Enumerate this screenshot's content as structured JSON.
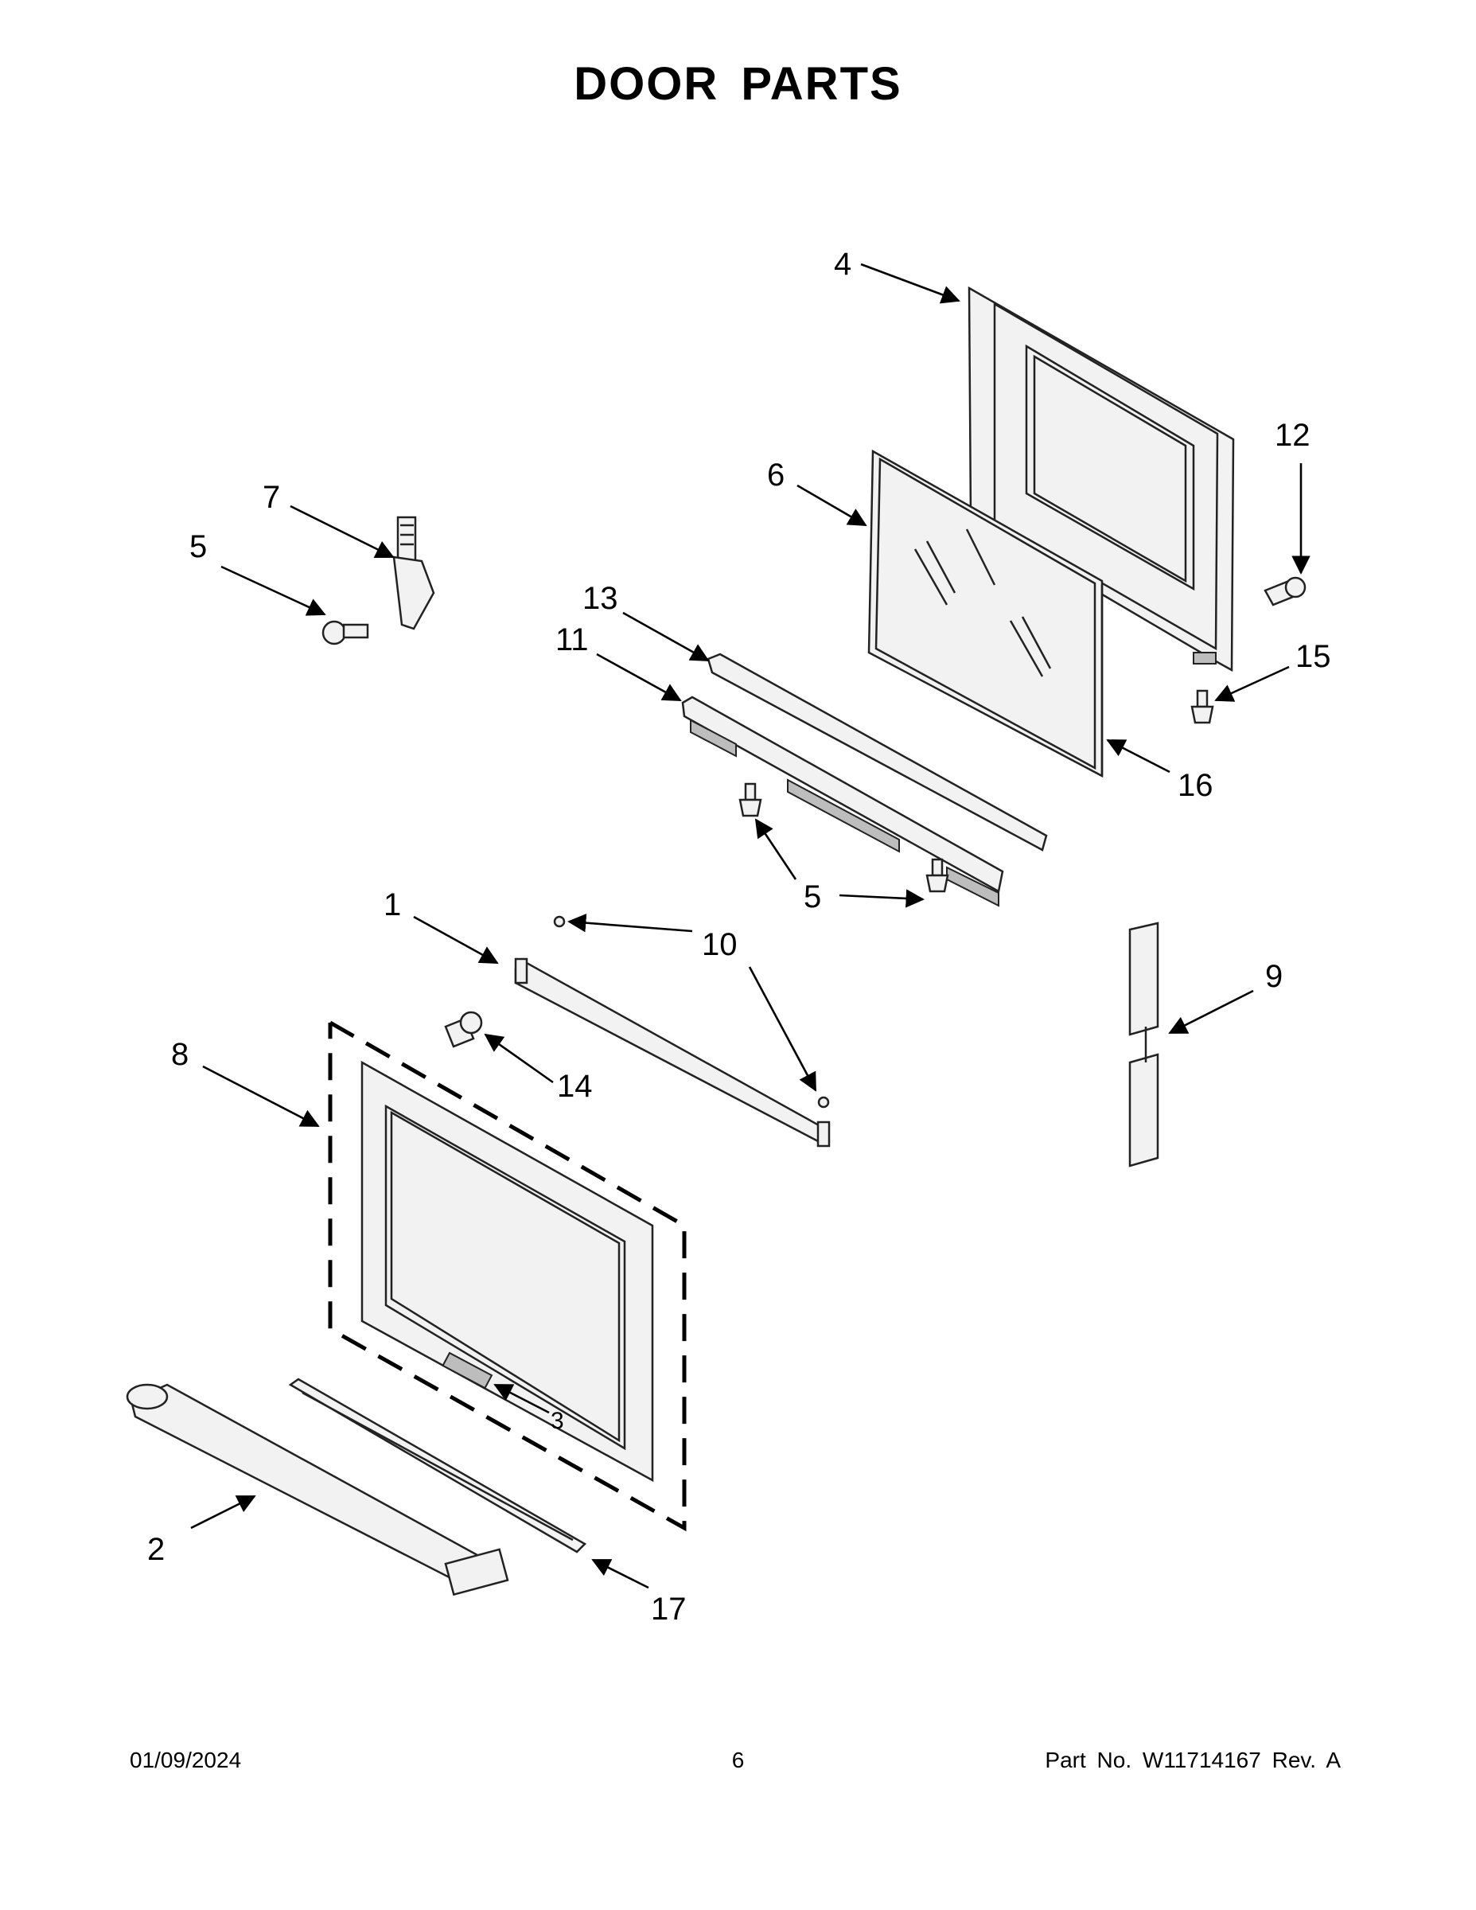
{
  "title": "DOOR PARTS",
  "callouts": {
    "c1": "1",
    "c2": "2",
    "c3": "3",
    "c4": "4",
    "c5a": "5",
    "c5b": "5",
    "c5c": "5",
    "c6": "6",
    "c7": "7",
    "c8": "8",
    "c9": "9",
    "c10": "10",
    "c11": "11",
    "c12": "12",
    "c13": "13",
    "c14": "14",
    "c15": "15",
    "c16": "16",
    "c17": "17"
  },
  "footer": {
    "date": "01/09/2024",
    "page": "6",
    "part_no": "Part No.  W11714167  Rev.  A"
  }
}
